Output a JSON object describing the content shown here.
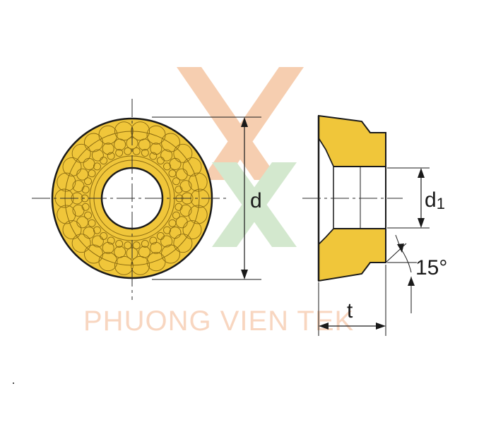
{
  "watermark": {
    "text": "PHUONG VIEN TEK",
    "colors": {
      "orange": "#f6c9a8",
      "green": "#cfe6c9",
      "text": "#f8d6c0"
    }
  },
  "labels": {
    "d": "d",
    "d1_main": "d",
    "d1_sub": "1",
    "t": "t",
    "angle": "15°"
  },
  "colors": {
    "insert_fill": "#f0c63a",
    "outline": "#1a1a1a",
    "pattern_line": "#8a6a10",
    "centerline": "#2a2a2a"
  },
  "stray_mark": "·"
}
